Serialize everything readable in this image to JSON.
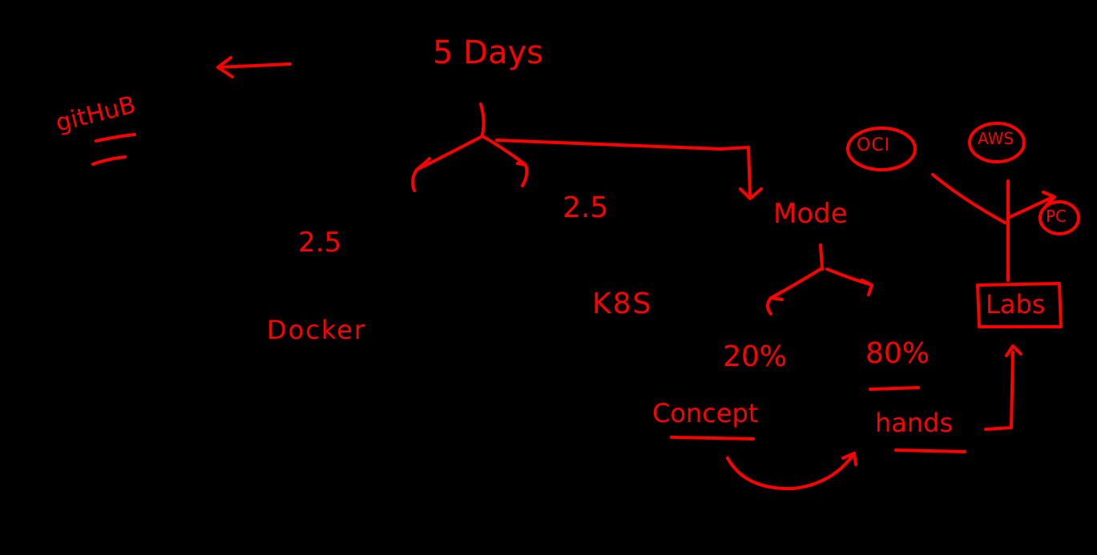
{
  "whiteboard": {
    "background": "#000000",
    "ink_color": "#ff0000",
    "title": "5 Days",
    "github": "gitHuB",
    "branch_left": {
      "hours": "2.5",
      "topic": "Docker"
    },
    "branch_right": {
      "hours": "2.5",
      "topic": "K8S"
    },
    "mode": {
      "label": "Mode",
      "concept_percent": "20%",
      "concept_label": "Concept",
      "hands_percent": "80%",
      "hands_label": "hands"
    },
    "clouds": {
      "oci": "OCI",
      "aws": "AWS",
      "pc": "PC"
    },
    "labs": "Labs"
  }
}
